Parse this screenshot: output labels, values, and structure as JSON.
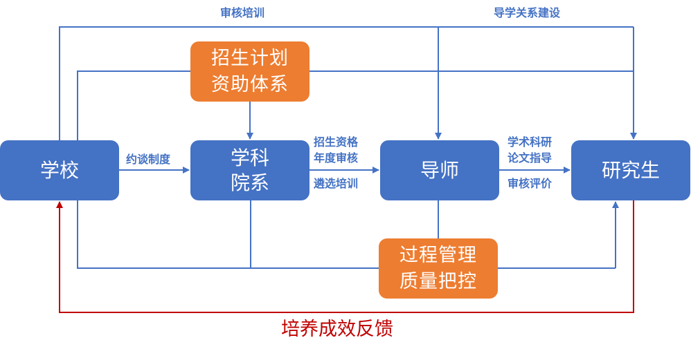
{
  "colors": {
    "node_blue": "#4472c4",
    "node_orange": "#ed7d31",
    "line_blue": "#4472c4",
    "feedback_red": "#c00000",
    "text_white": "#ffffff"
  },
  "nodes": {
    "school": "学校",
    "department": "学科\n院系",
    "supervisor": "导师",
    "student": "研究生",
    "enrollment_plan": "招生计划\n资助体系",
    "process_management": "过程管理\n质量把控"
  },
  "edge_labels": {
    "review_training": "审核培训",
    "mentor_relationship": "导学关系建设",
    "interview_system": "约谈制度",
    "dept_to_supervisor_top_1": "招生资格",
    "dept_to_supervisor_top_2": "年度审核",
    "dept_to_supervisor_bottom": "遴选培训",
    "supervisor_to_student_top_1": "学术科研",
    "supervisor_to_student_top_2": "论文指导",
    "supervisor_to_student_bottom": "审核评价",
    "feedback": "培养成效反馈"
  }
}
